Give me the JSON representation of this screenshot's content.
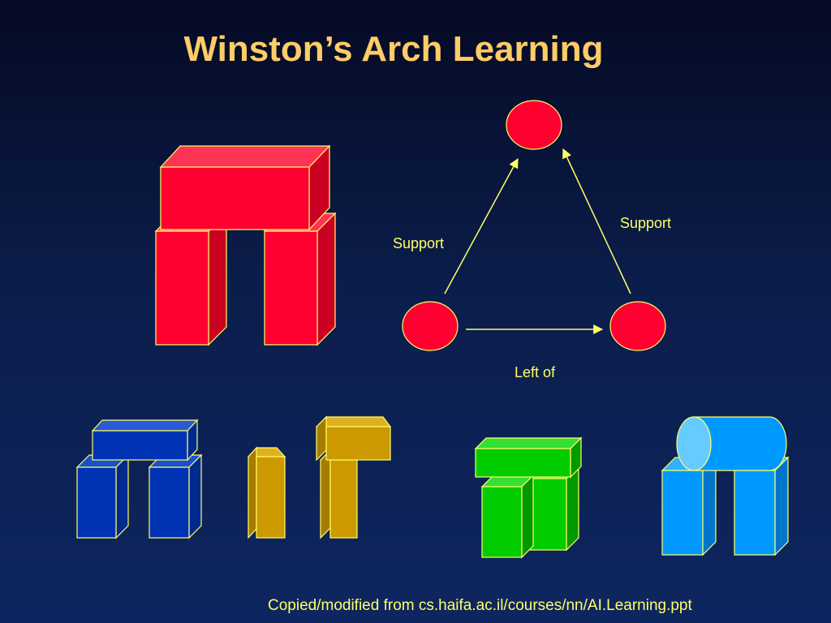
{
  "slide": {
    "title": "Winston’s Arch Learning",
    "footer": "Copied/modified from cs.haifa.ac.il/courses/nn/AI.Learning.ppt"
  },
  "graph": {
    "edges": [
      {
        "label": "Support"
      },
      {
        "label": "Support"
      },
      {
        "label": "Left of"
      }
    ]
  },
  "colors": {
    "background_top": "#050a24",
    "background_bottom": "#0e2660",
    "title": "#ffcc66",
    "outline": "#ffff66",
    "arch_red": "#ff0030",
    "arch_blue": "#0033b3",
    "arch_gold": "#cc9900",
    "arch_green": "#00cc00",
    "arch_cyan": "#0099ff"
  }
}
